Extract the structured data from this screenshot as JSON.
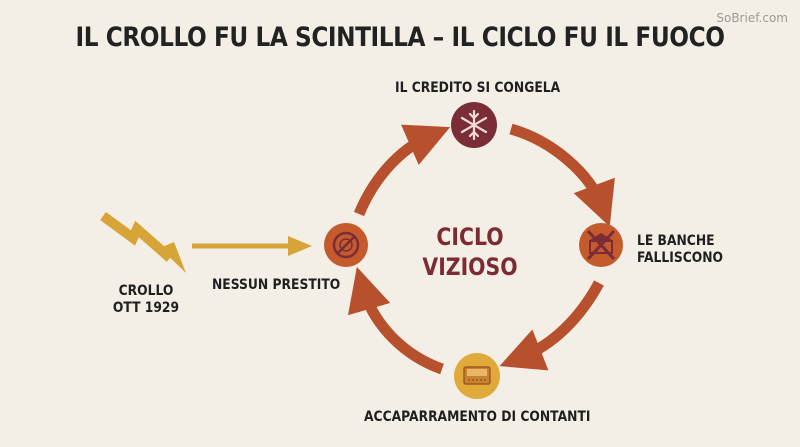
{
  "watermark": "SoBrief.com",
  "title": "IL CROLLO FU LA SCINTILLA – IL CICLO FU IL FUOCO",
  "crash": {
    "line1": "CROLLO",
    "line2": "OTT 1929"
  },
  "no_loans": "NESSUN PRESTITO",
  "cycle": {
    "center_line1": "CICLO",
    "center_line2": "VIZIOSO",
    "nodes": {
      "credit_freezes": {
        "label": "IL CREDITO SI CONGELA",
        "icon": "snowflake-icon"
      },
      "banks_fail": {
        "label_line1": "LE BANCHE",
        "label_line2": "FALLISCONO",
        "icon": "crossed-bank-icon"
      },
      "cash_hoarding": {
        "label": "ACCAPARRAMENTO DI CONTANTI",
        "icon": "cash-box-icon"
      },
      "no_lending": {
        "icon": "no-coin-icon"
      }
    }
  },
  "colors": {
    "arrow": "#b7502c",
    "node_dark": "#7a2d36",
    "node_orange": "#c55a2c",
    "node_gold": "#e0a93a",
    "crash_arrow": "#d8a337",
    "center_text": "#7d2b33",
    "background": "#f3efe6"
  }
}
